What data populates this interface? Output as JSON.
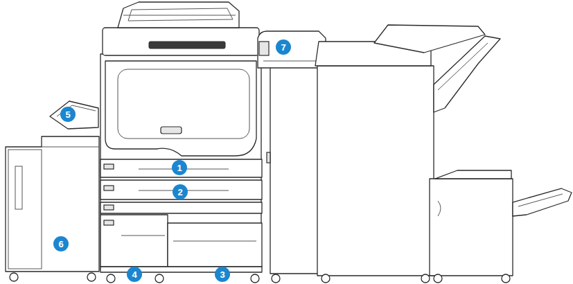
{
  "diagram": {
    "nodes": [
      {
        "text": [
          "7"
        ]
      },
      {
        "text": [
          "5"
        ]
      },
      {
        "text": [
          "1"
        ]
      },
      {
        "text": [
          "2"
        ]
      },
      {
        "text": [
          "6"
        ]
      },
      {
        "text": [
          "4"
        ]
      },
      {
        "text": [
          "3"
        ]
      }
    ]
  }
}
